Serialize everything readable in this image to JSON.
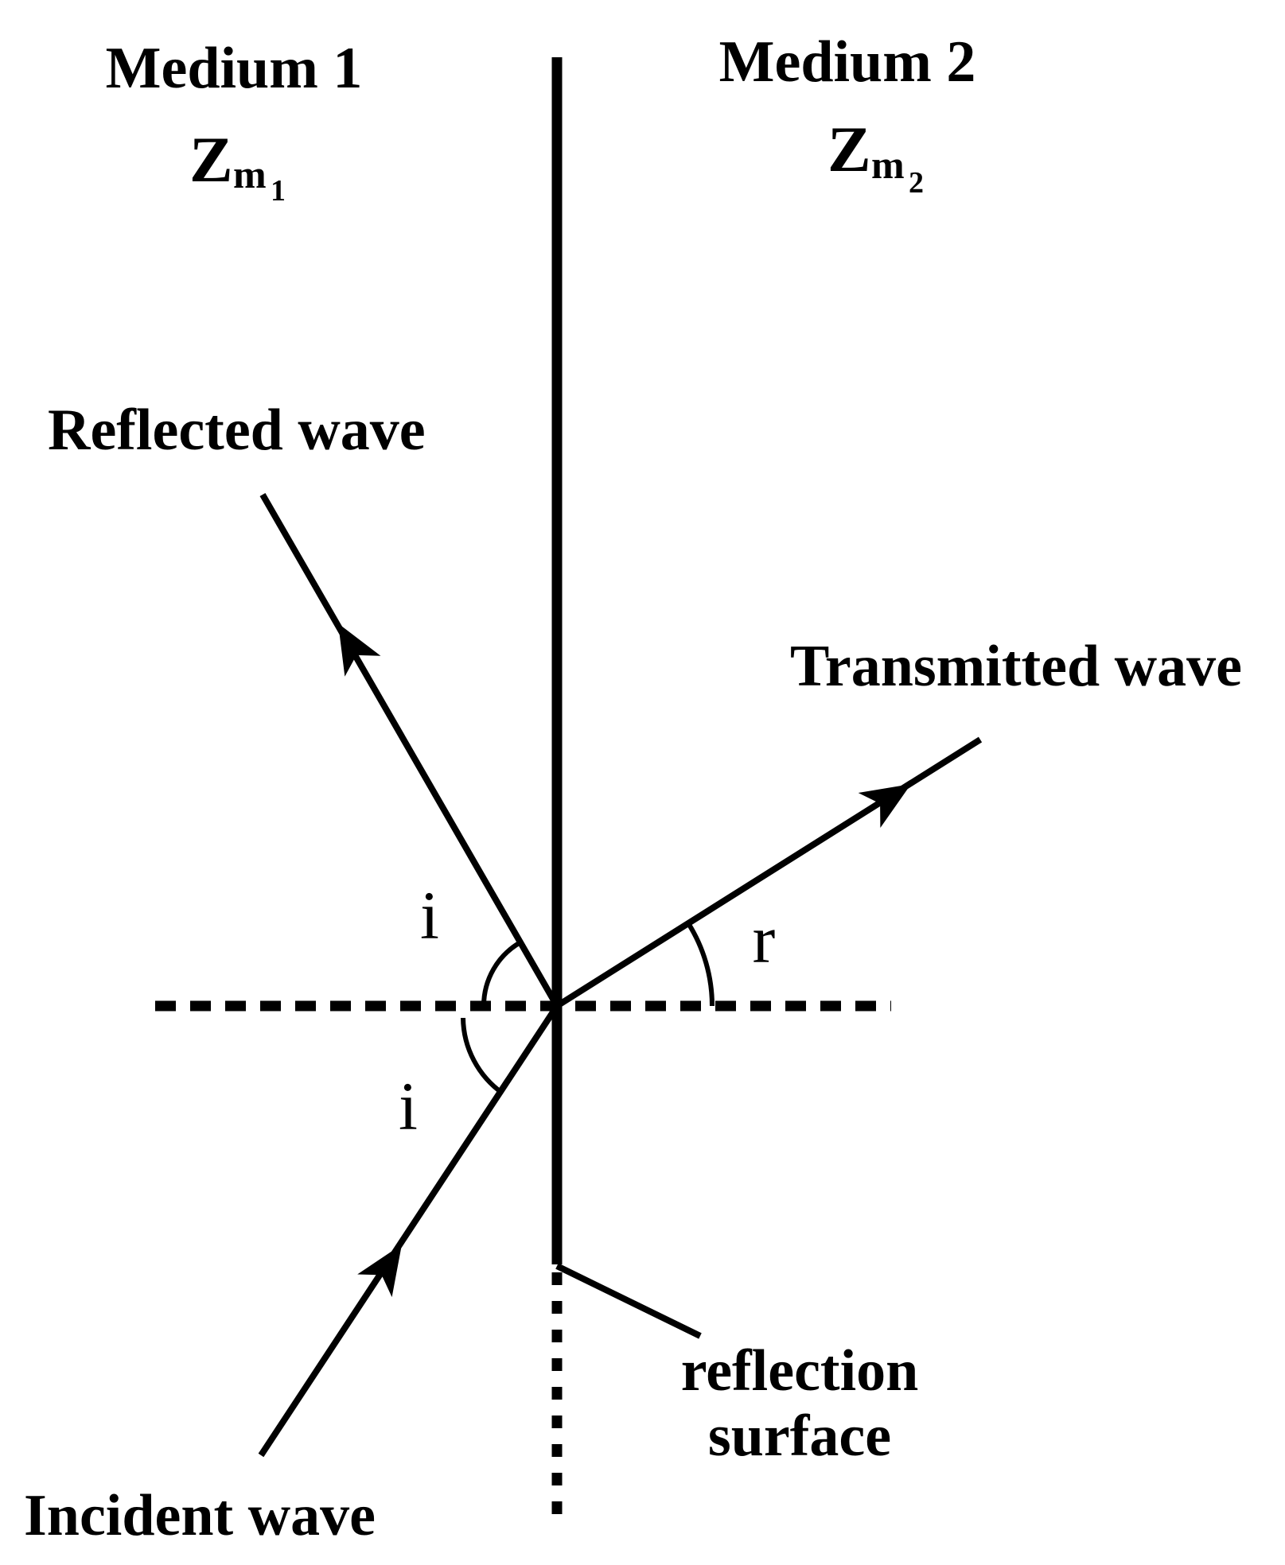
{
  "medium1": {
    "label": "Medium 1",
    "z_symbol": "Z",
    "z_sub": "m",
    "z_subsub": "1"
  },
  "medium2": {
    "label": "Medium 2",
    "z_symbol": "Z",
    "z_sub": "m",
    "z_subsub": "2"
  },
  "labels": {
    "reflected_wave": "Reflected wave",
    "transmitted_wave": "Transmitted wave",
    "incident_wave": "Incident wave",
    "reflection_surface_line1": "reflection",
    "reflection_surface_line2": "surface",
    "angle_incident_upper": "i",
    "angle_incident_lower": "i",
    "angle_refracted": "r"
  },
  "colors": {
    "ink": "#000000",
    "background": "#ffffff"
  }
}
